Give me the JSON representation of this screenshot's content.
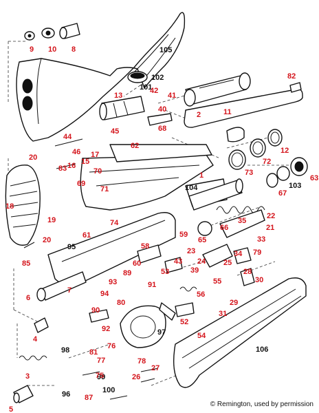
{
  "colors": {
    "callout_red": "#d4141b",
    "callout_black": "#111111",
    "line": "#111111"
  },
  "callouts": [
    {
      "n": "9",
      "c": "red"
    },
    {
      "n": "10",
      "c": "red"
    },
    {
      "n": "8",
      "c": "red"
    },
    {
      "n": "105",
      "c": "black"
    },
    {
      "n": "102",
      "c": "black"
    },
    {
      "n": "101",
      "c": "black"
    },
    {
      "n": "82",
      "c": "red"
    },
    {
      "n": "13",
      "c": "red"
    },
    {
      "n": "42",
      "c": "red"
    },
    {
      "n": "41",
      "c": "red"
    },
    {
      "n": "40",
      "c": "red"
    },
    {
      "n": "2",
      "c": "red"
    },
    {
      "n": "11",
      "c": "red"
    },
    {
      "n": "68",
      "c": "red"
    },
    {
      "n": "45",
      "c": "red"
    },
    {
      "n": "44",
      "c": "red"
    },
    {
      "n": "46",
      "c": "red"
    },
    {
      "n": "62",
      "c": "red"
    },
    {
      "n": "12",
      "c": "red"
    },
    {
      "n": "17",
      "c": "red"
    },
    {
      "n": "15",
      "c": "red"
    },
    {
      "n": "20",
      "c": "red"
    },
    {
      "n": "16",
      "c": "red"
    },
    {
      "n": "83",
      "c": "red"
    },
    {
      "n": "72",
      "c": "red"
    },
    {
      "n": "70",
      "c": "red"
    },
    {
      "n": "73",
      "c": "red"
    },
    {
      "n": "1",
      "c": "red"
    },
    {
      "n": "69",
      "c": "red"
    },
    {
      "n": "71",
      "c": "red"
    },
    {
      "n": "104",
      "c": "black"
    },
    {
      "n": "103",
      "c": "black"
    },
    {
      "n": "63",
      "c": "red"
    },
    {
      "n": "67",
      "c": "red"
    },
    {
      "n": "18",
      "c": "red"
    },
    {
      "n": "19",
      "c": "red"
    },
    {
      "n": "74",
      "c": "red"
    },
    {
      "n": "22",
      "c": "red"
    },
    {
      "n": "66",
      "c": "red"
    },
    {
      "n": "35",
      "c": "red"
    },
    {
      "n": "21",
      "c": "red"
    },
    {
      "n": "61",
      "c": "red"
    },
    {
      "n": "59",
      "c": "red"
    },
    {
      "n": "33",
      "c": "red"
    },
    {
      "n": "20",
      "c": "red"
    },
    {
      "n": "65",
      "c": "red"
    },
    {
      "n": "95",
      "c": "black"
    },
    {
      "n": "58",
      "c": "red"
    },
    {
      "n": "23",
      "c": "red"
    },
    {
      "n": "34",
      "c": "red"
    },
    {
      "n": "79",
      "c": "red"
    },
    {
      "n": "85",
      "c": "red"
    },
    {
      "n": "60",
      "c": "red"
    },
    {
      "n": "43",
      "c": "red"
    },
    {
      "n": "24",
      "c": "red"
    },
    {
      "n": "25",
      "c": "red"
    },
    {
      "n": "28",
      "c": "red"
    },
    {
      "n": "89",
      "c": "red"
    },
    {
      "n": "53",
      "c": "red"
    },
    {
      "n": "39",
      "c": "red"
    },
    {
      "n": "30",
      "c": "red"
    },
    {
      "n": "93",
      "c": "red"
    },
    {
      "n": "91",
      "c": "red"
    },
    {
      "n": "55",
      "c": "red"
    },
    {
      "n": "7",
      "c": "red"
    },
    {
      "n": "94",
      "c": "red"
    },
    {
      "n": "6",
      "c": "red"
    },
    {
      "n": "56",
      "c": "red"
    },
    {
      "n": "80",
      "c": "red"
    },
    {
      "n": "29",
      "c": "red"
    },
    {
      "n": "90",
      "c": "red"
    },
    {
      "n": "31",
      "c": "red"
    },
    {
      "n": "92",
      "c": "red"
    },
    {
      "n": "52",
      "c": "red"
    },
    {
      "n": "4",
      "c": "red"
    },
    {
      "n": "97",
      "c": "black"
    },
    {
      "n": "54",
      "c": "red"
    },
    {
      "n": "76",
      "c": "red"
    },
    {
      "n": "98",
      "c": "black"
    },
    {
      "n": "81",
      "c": "red"
    },
    {
      "n": "77",
      "c": "red"
    },
    {
      "n": "106",
      "c": "black"
    },
    {
      "n": "78",
      "c": "red"
    },
    {
      "n": "3",
      "c": "red"
    },
    {
      "n": "99",
      "c": "black"
    },
    {
      "n": "27",
      "c": "red"
    },
    {
      "n": "75",
      "c": "red"
    },
    {
      "n": "26",
      "c": "red"
    },
    {
      "n": "100",
      "c": "black"
    },
    {
      "n": "96",
      "c": "black"
    },
    {
      "n": "87",
      "c": "red"
    },
    {
      "n": "5",
      "c": "red"
    }
  ],
  "credit": "© Remington, used by permission"
}
